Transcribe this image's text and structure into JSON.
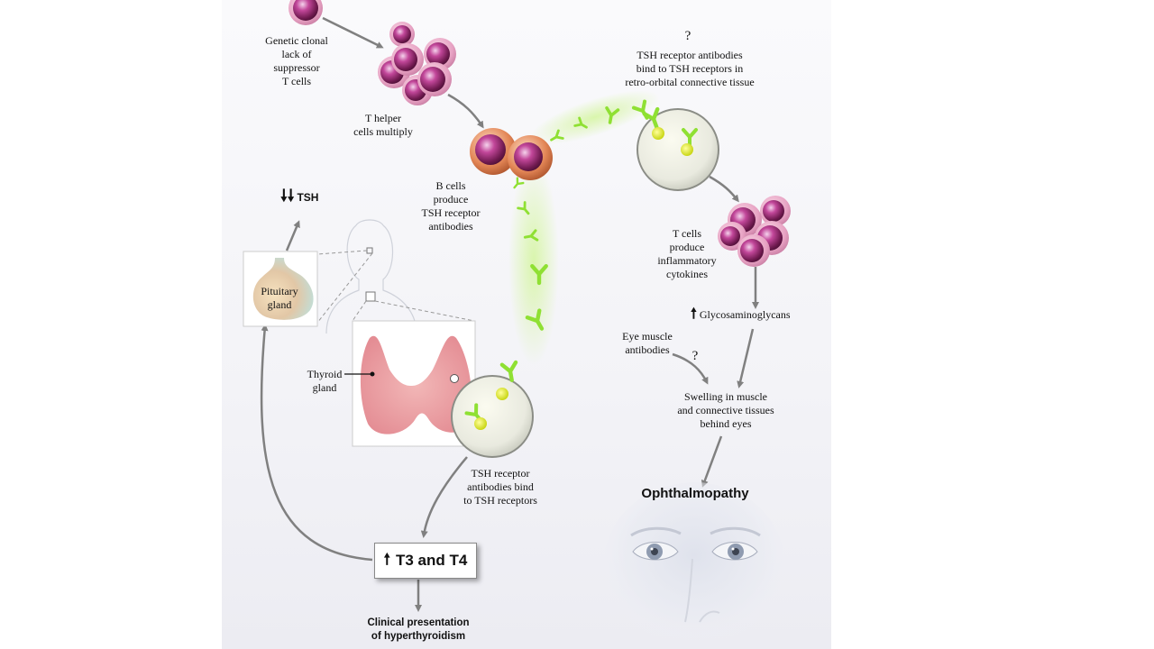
{
  "labels": {
    "genetic": [
      "Genetic clonal",
      "lack of",
      "suppressor",
      "T cells"
    ],
    "t_helper": [
      "T helper",
      "cells multiply"
    ],
    "b_cells": [
      "B cells",
      "produce",
      "TSH receptor",
      "antibodies"
    ],
    "question_top": "?",
    "tsh_receptor_orbital": [
      "TSH receptor antibodies",
      "bind to TSH receptors in",
      "retro-orbital connective tissue"
    ],
    "t_cells_cytokines": [
      "T cells",
      "produce",
      "inflammatory",
      "cytokines"
    ],
    "glycosaminoglycans": "Glycosaminoglycans",
    "eye_muscle": [
      "Eye muscle",
      "antibodies"
    ],
    "question_eye": "?",
    "swelling": [
      "Swelling in muscle",
      "and connective tissues",
      "behind eyes"
    ],
    "ophthalmopathy": "Ophthalmopathy",
    "tsh": "TSH",
    "pituitary": [
      "Pituitary",
      "gland"
    ],
    "thyroid": [
      "Thyroid",
      "gland"
    ],
    "tsh_receptor_bind": [
      "TSH receptor",
      "antibodies bind",
      "to TSH receptors"
    ],
    "t3t4": "T3 and T4",
    "clinical": [
      "Clinical presentation",
      "of hyperthyroidism"
    ]
  },
  "colors": {
    "arrow": "#808080",
    "antibody": "#8fe033",
    "cell_pink": "#b0357a",
    "cell_orange": "#d9784a"
  }
}
